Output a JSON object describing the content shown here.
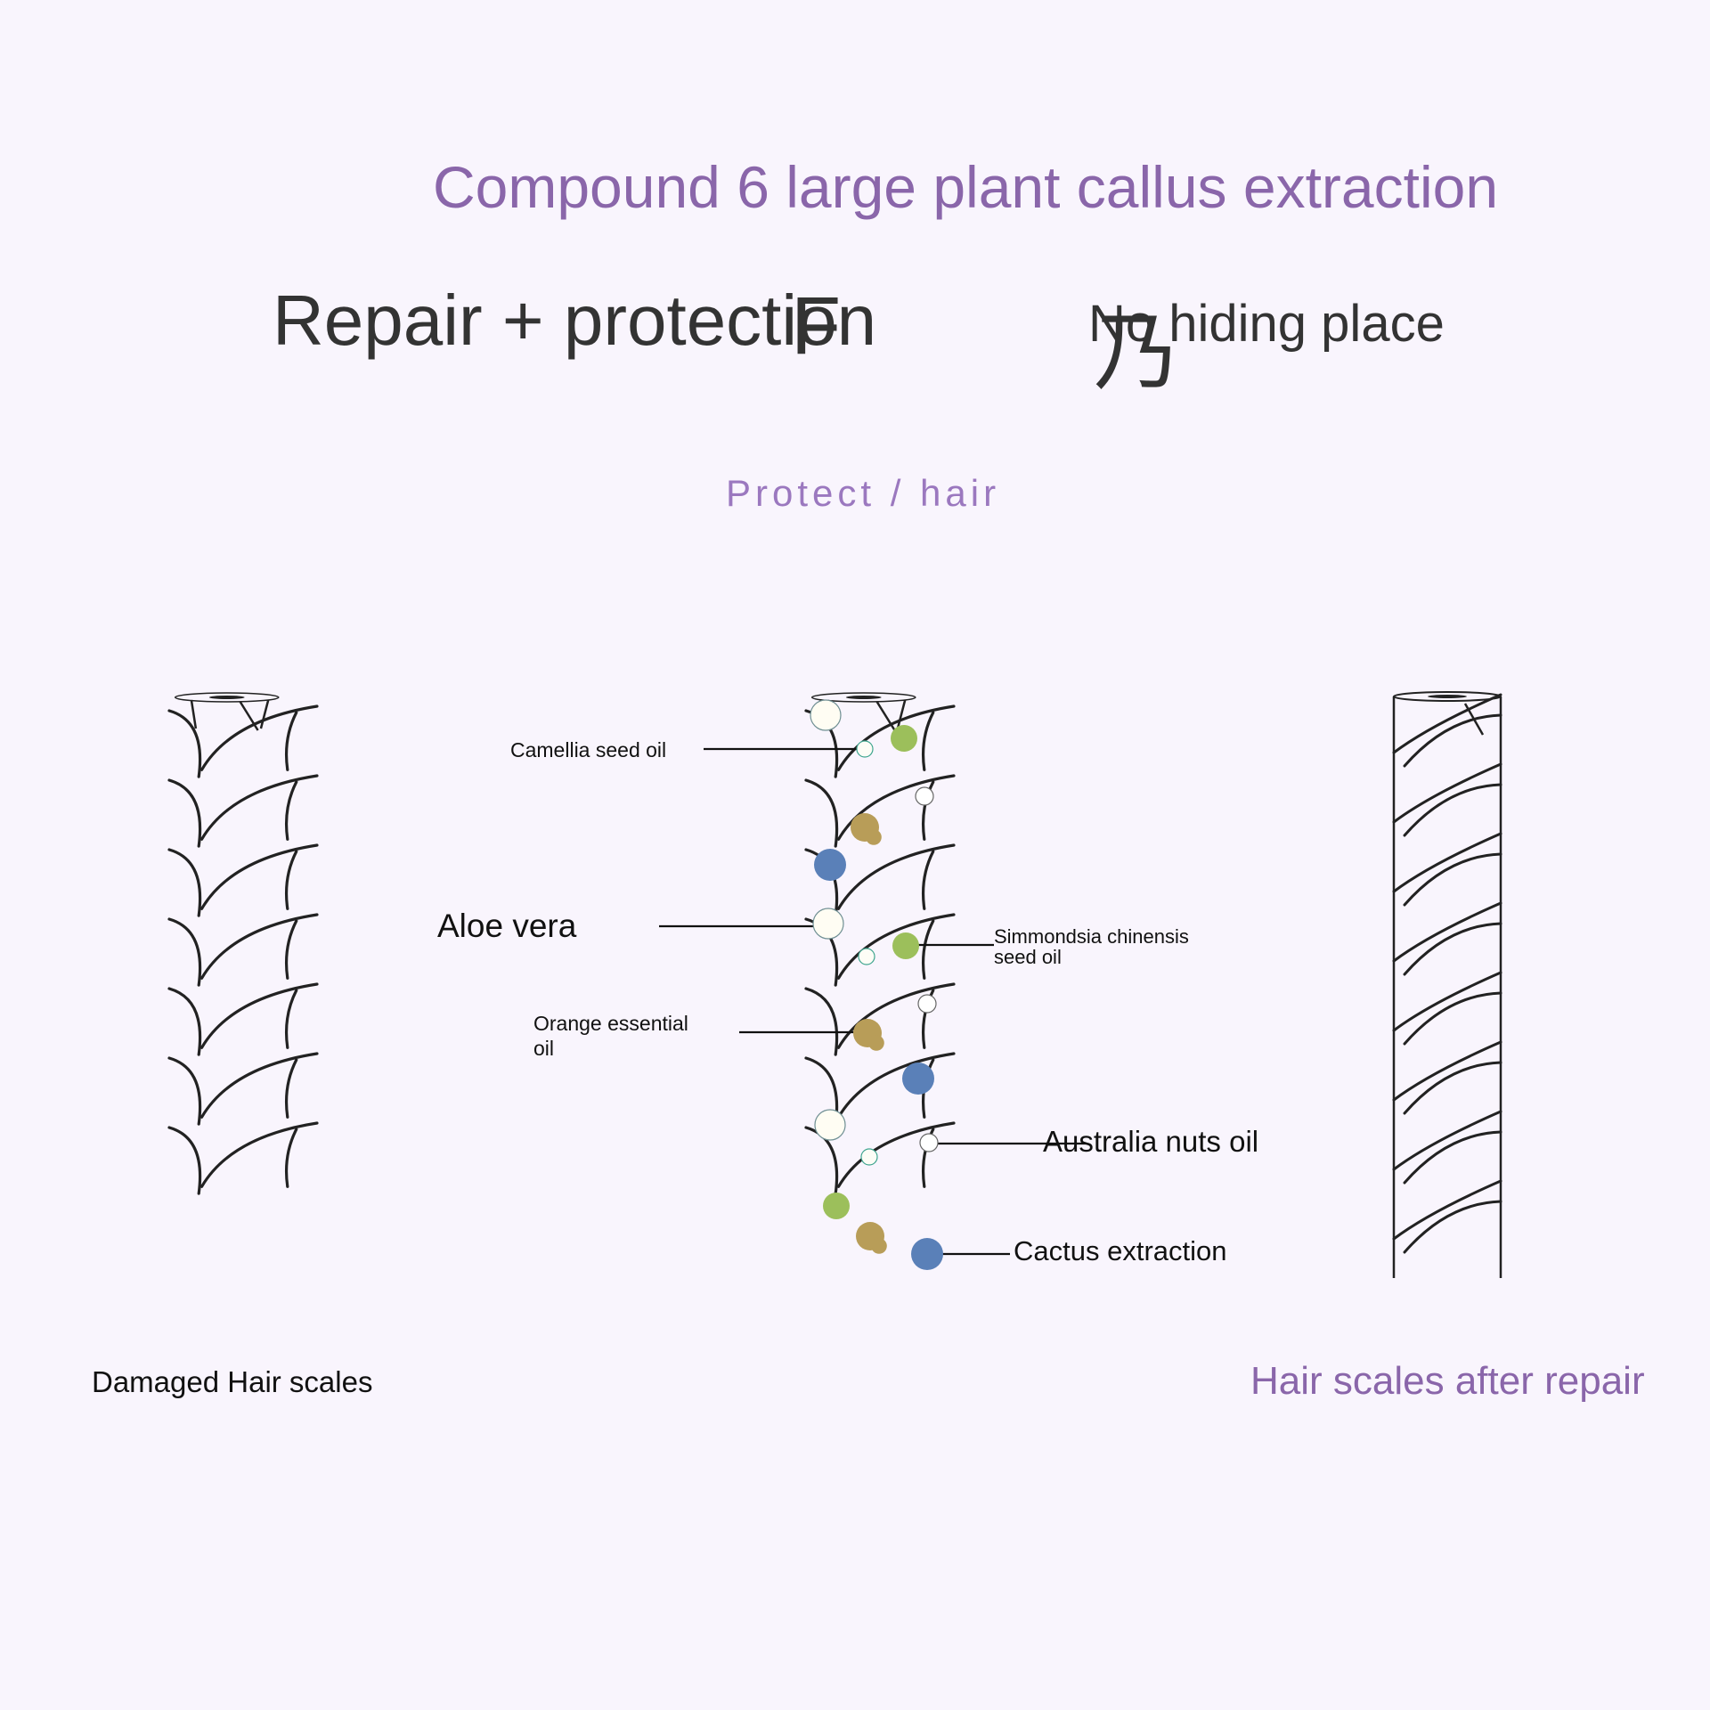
{
  "title": "Compound 6 large plant callus extraction",
  "headline_left": "Repair + protection",
  "headline_right": "No hiding place",
  "glyph_a": "F",
  "glyph_b": "乃",
  "subtitle": "Protect / hair",
  "labels": {
    "camellia": "Camellia seed oil",
    "aloe": "Aloe vera",
    "orange_line1": "Orange essential",
    "orange_line2": "oil",
    "simm_line1": "Simmondsia chinensis",
    "simm_line2": "seed oil",
    "australia": "Australia nuts oil",
    "cactus": "Cactus extraction"
  },
  "captions": {
    "damaged": "Damaged Hair scales",
    "repaired": "Hair scales after repair"
  },
  "colors": {
    "title_purple": "#8a66aa",
    "green": "#9cbf5b",
    "gold": "#b89d58",
    "blue": "#5a80b8",
    "pale": "#fffdf3",
    "stroke": "#222222"
  }
}
